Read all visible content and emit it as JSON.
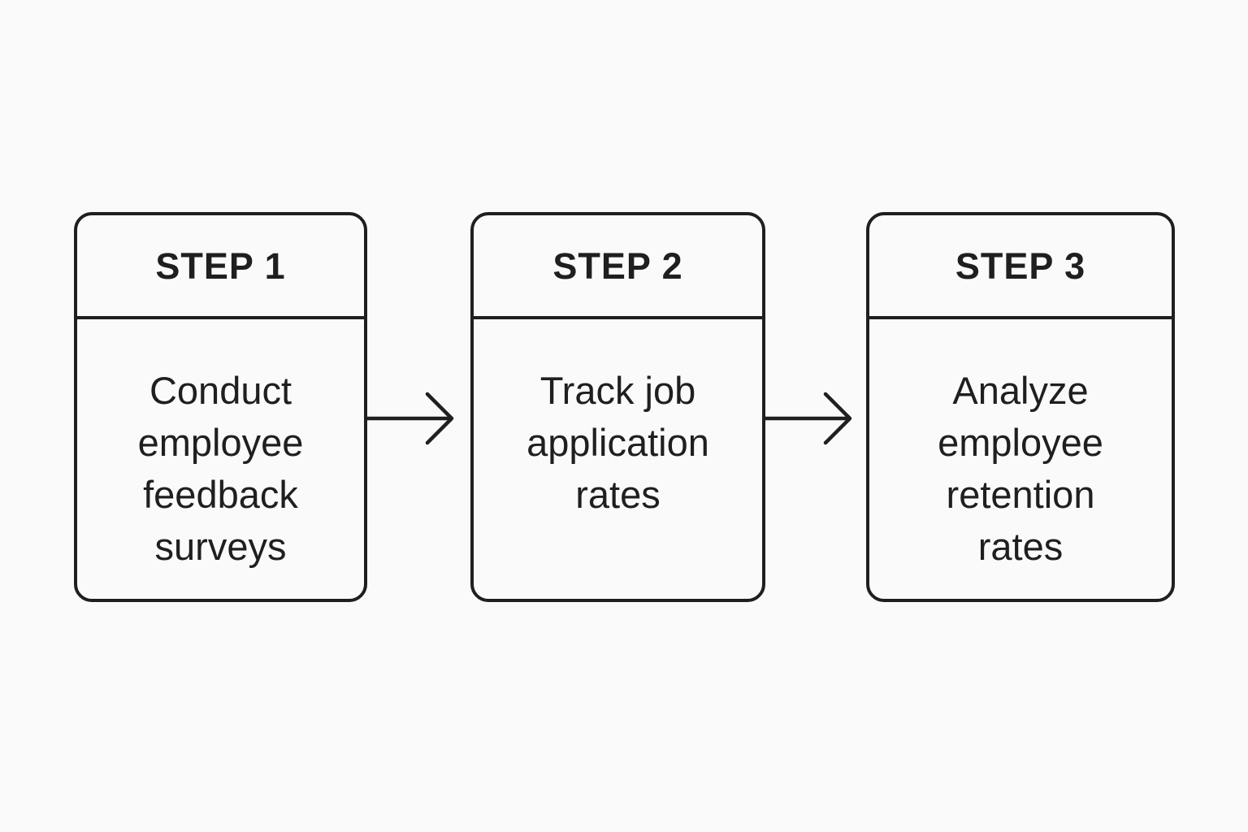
{
  "steps": [
    {
      "title": "STEP 1",
      "lines": [
        "Conduct",
        "employee",
        "feedback",
        "surveys"
      ]
    },
    {
      "title": "STEP 2",
      "lines": [
        "Track job",
        "application",
        "rates"
      ]
    },
    {
      "title": "STEP 3",
      "lines": [
        "Analyze",
        "employee",
        "retention",
        "rates"
      ]
    }
  ],
  "icons": [
    "arrow-right-icon",
    "arrow-right-icon"
  ],
  "colors": {
    "background": "#fafafa",
    "stroke": "#1f1f1f"
  }
}
